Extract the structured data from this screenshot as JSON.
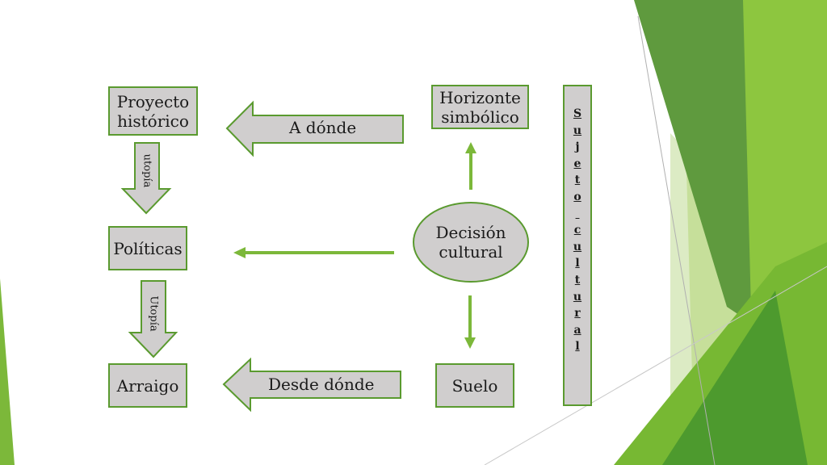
{
  "diagram": {
    "nodes": {
      "proyecto": [
        "Proyecto",
        "histórico"
      ],
      "horizonte": [
        "Horizonte",
        "simbólico"
      ],
      "politicas": "Políticas",
      "arraigo": "Arraigo",
      "suelo": "Suelo",
      "decision": [
        "Decisión",
        "cultural"
      ]
    },
    "arrow_labels": {
      "a_donde": "A dónde",
      "desde_donde": "Desde dónde",
      "utopia_1": "utopía",
      "utopia_2": "Utopía"
    },
    "sujeto_cultural_letters": [
      "S",
      "u",
      "j",
      "e",
      "t",
      "o",
      " ",
      "c",
      "u",
      "l",
      "t",
      "u",
      "r",
      "a",
      "l"
    ]
  },
  "colors": {
    "box_fill": "#d0cece",
    "box_border": "#5a9a2f",
    "arrow_green": "#7cb83a",
    "accent_light_green": "#b6d77a",
    "accent_dark_green": "#4d8a2e"
  }
}
